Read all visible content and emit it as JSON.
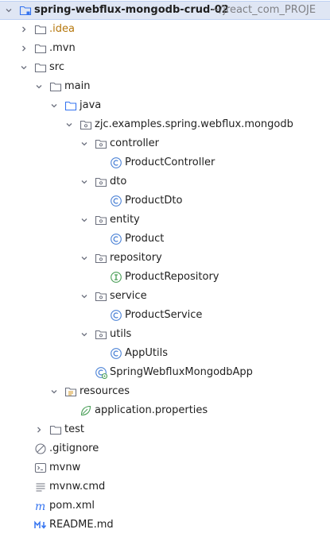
{
  "project": {
    "name": "spring-webflux-mongodb-crud-02",
    "path": "~/jreact_com_PROJE"
  },
  "tree": {
    "idea": ".idea",
    "mvn": ".mvn",
    "src": "src",
    "main": "main",
    "java": "java",
    "package": "zjc.examples.spring.webflux.mongodb",
    "controller": "controller",
    "product_controller": "ProductController",
    "dto": "dto",
    "product_dto": "ProductDto",
    "entity": "entity",
    "product": "Product",
    "repository": "repository",
    "product_repository": "ProductRepository",
    "service": "service",
    "product_service": "ProductService",
    "utils": "utils",
    "app_utils": "AppUtils",
    "app_class": "SpringWebfluxMongodbApp",
    "resources": "resources",
    "app_properties": "application.properties",
    "test": "test",
    "gitignore": ".gitignore",
    "mvnw": "mvnw",
    "mvnw_cmd": "mvnw.cmd",
    "pom": "pom.xml",
    "readme": "README.md"
  },
  "colors": {
    "class_icon": "#4b82d6",
    "interface_icon": "#4a9f57",
    "folder_icon": "#6c707e",
    "source_folder_icon": "#3574f0",
    "excluded_label": "#b5770d",
    "selection_bg": "#dfe6f4",
    "muted_text": "#7f8085"
  }
}
